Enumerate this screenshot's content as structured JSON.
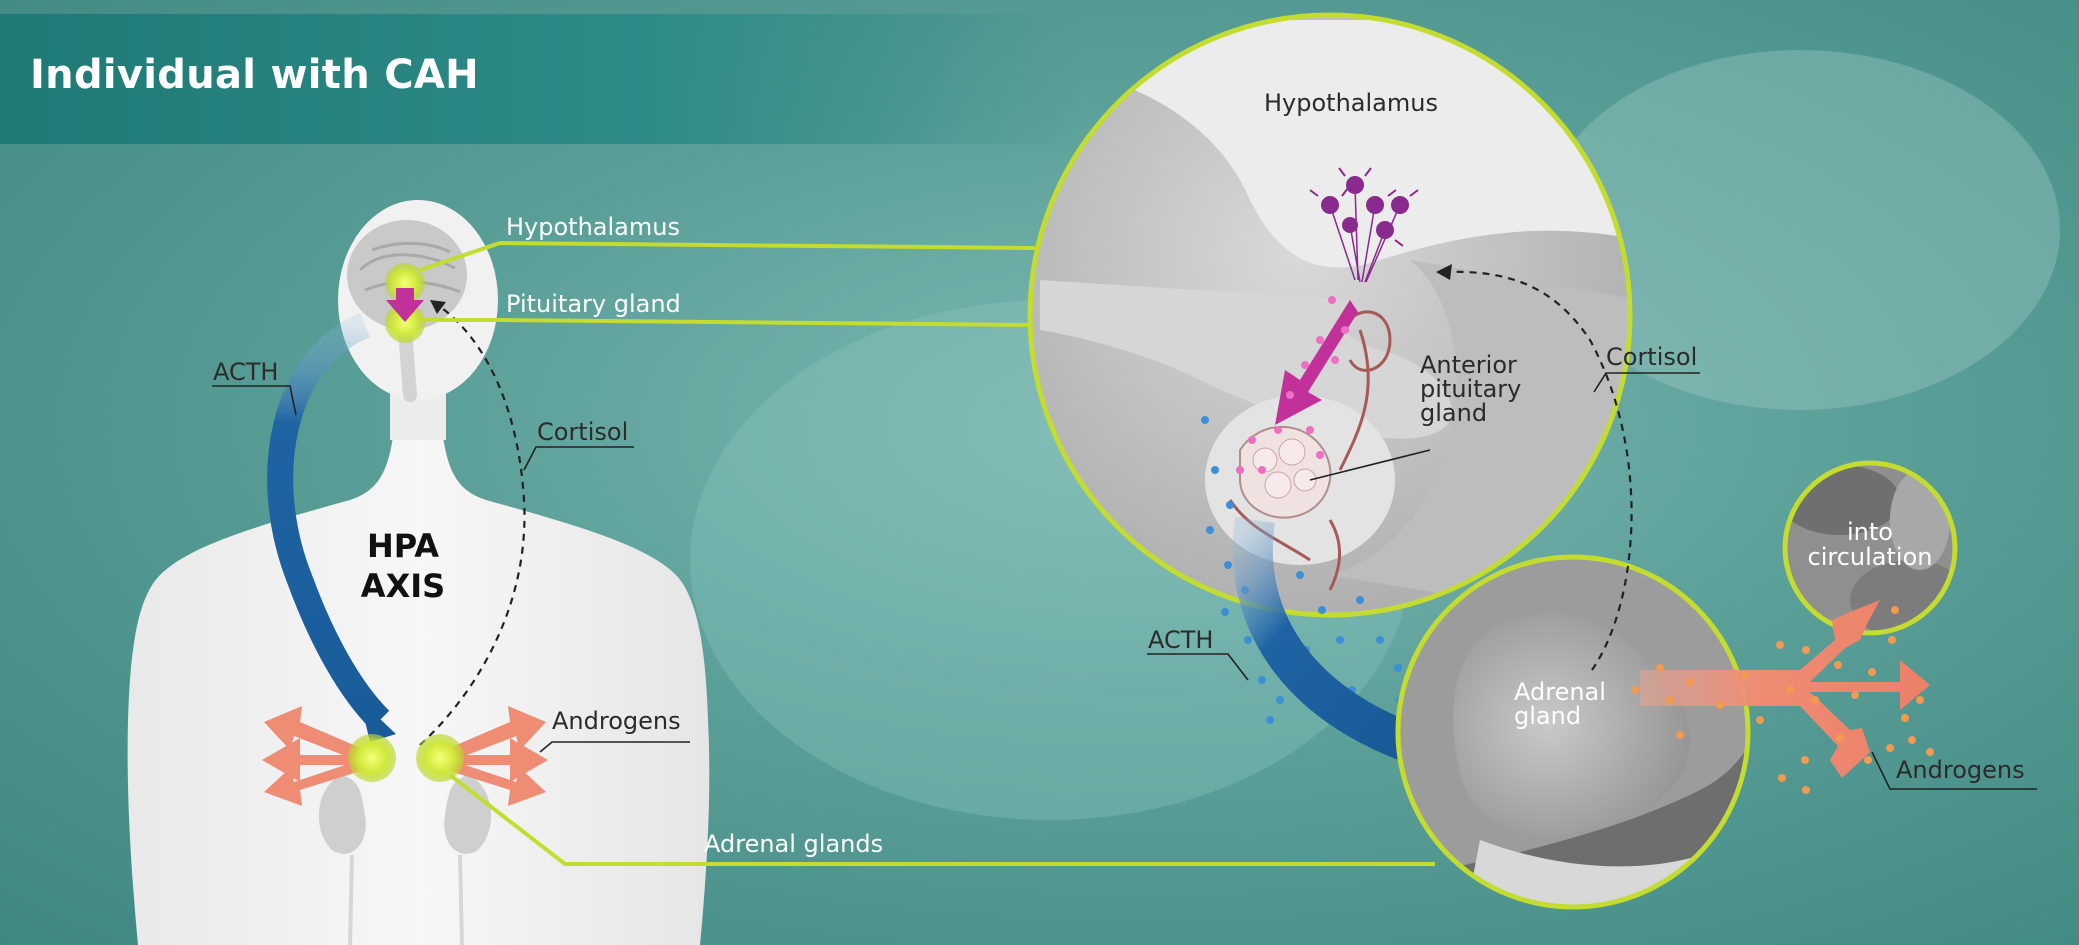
{
  "title": "Individual with CAH",
  "body_labels": {
    "hypothalamus": "Hypothalamus",
    "pituitary": "Pituitary gland",
    "acth": "ACTH",
    "cortisol": "Cortisol",
    "androgens": "Androgens",
    "adrenal_glands": "Adrenal glands",
    "axis_line1": "HPA",
    "axis_line2": "AXIS"
  },
  "zoom_labels": {
    "hypothalamus": "Hypothalamus",
    "anterior_pituitary": [
      "Anterior",
      "pituitary",
      "gland"
    ],
    "cortisol": "Cortisol",
    "acth": "ACTH",
    "adrenal_gland": [
      "Adrenal",
      "gland"
    ],
    "into_circulation": [
      "into",
      "circulation"
    ],
    "androgens": "Androgens"
  },
  "colors": {
    "accent_green": "#c3dc2f",
    "acth_blue": "#1e63a3",
    "androgen_salmon": "#ef8c74",
    "neuron_purple": "#8a2a8f",
    "crh_magenta": "#c2309a"
  }
}
